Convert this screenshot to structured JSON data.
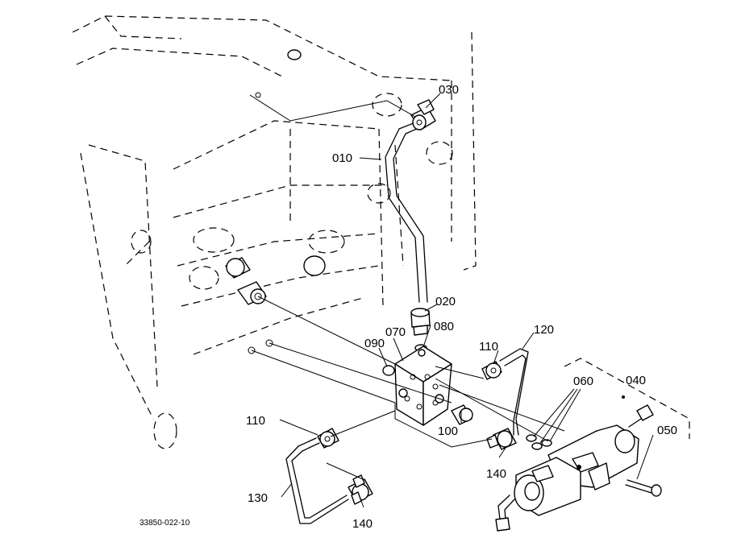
{
  "drawing_code": "33850-022-10",
  "callouts": {
    "c010": "010",
    "c020": "020",
    "c030": "030",
    "c040": "040",
    "c050": "050",
    "c060": "060",
    "c070": "070",
    "c080": "080",
    "c090": "090",
    "c100": "100",
    "c110a": "110",
    "c110b": "110",
    "c120": "120",
    "c130": "130",
    "c140a": "140",
    "c140b": "140"
  }
}
